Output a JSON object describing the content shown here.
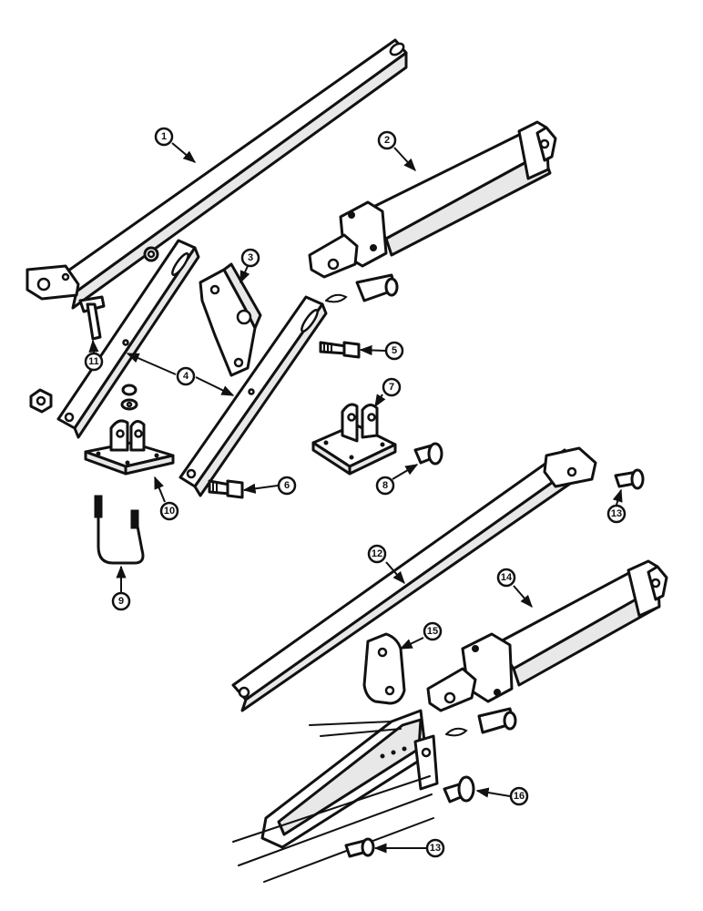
{
  "callouts": [
    "1",
    "2",
    "3",
    "4",
    "5",
    "6",
    "7",
    "8",
    "9",
    "10",
    "11",
    "12",
    "13",
    "14",
    "15",
    "16",
    "13"
  ]
}
